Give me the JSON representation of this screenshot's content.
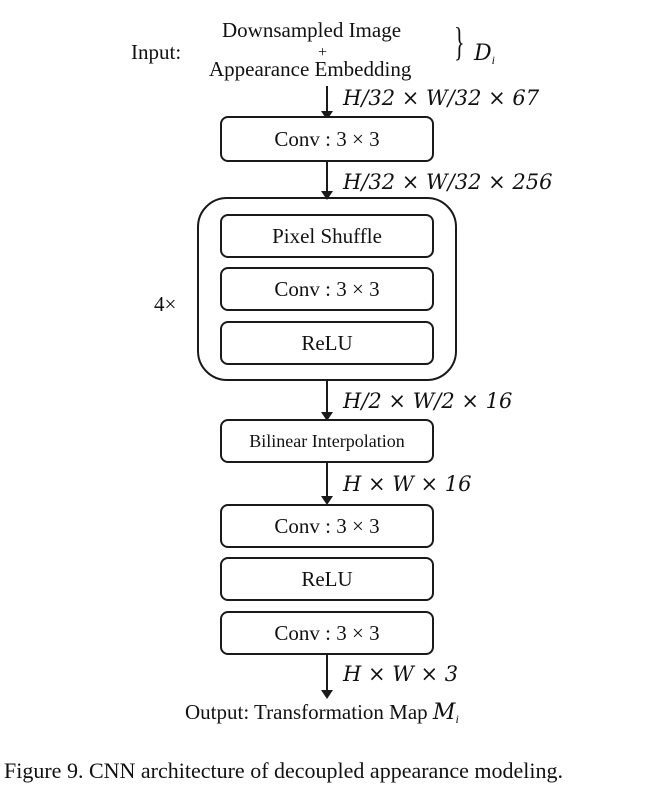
{
  "input": {
    "label": "Input:",
    "line1": "Downsampled Image",
    "plus": "+",
    "line2": "Appearance Embedding",
    "brace_symbol": "D",
    "brace_sub": "i"
  },
  "dims": {
    "d1": "H/32 × W/32 × 67",
    "d2": "H/32 × W/32 × 256",
    "d3": "H/2 × W/2 × 16",
    "d4": "H × W × 16",
    "d5": "H × W × 3"
  },
  "blocks": {
    "conv1": "Conv : 3 × 3",
    "pixel_shuffle": "Pixel Shuffle",
    "conv_loop": "Conv : 3 × 3",
    "relu_loop": "ReLU",
    "repeat": "4×",
    "bilinear": "Bilinear Interpolation",
    "conv2": "Conv : 3 × 3",
    "relu2": "ReLU",
    "conv3": "Conv : 3 × 3"
  },
  "output": {
    "label": "Output: Transformation Map",
    "symbol": "M",
    "sub": "i"
  },
  "caption": "Figure 9. CNN architecture of decoupled appearance modeling."
}
